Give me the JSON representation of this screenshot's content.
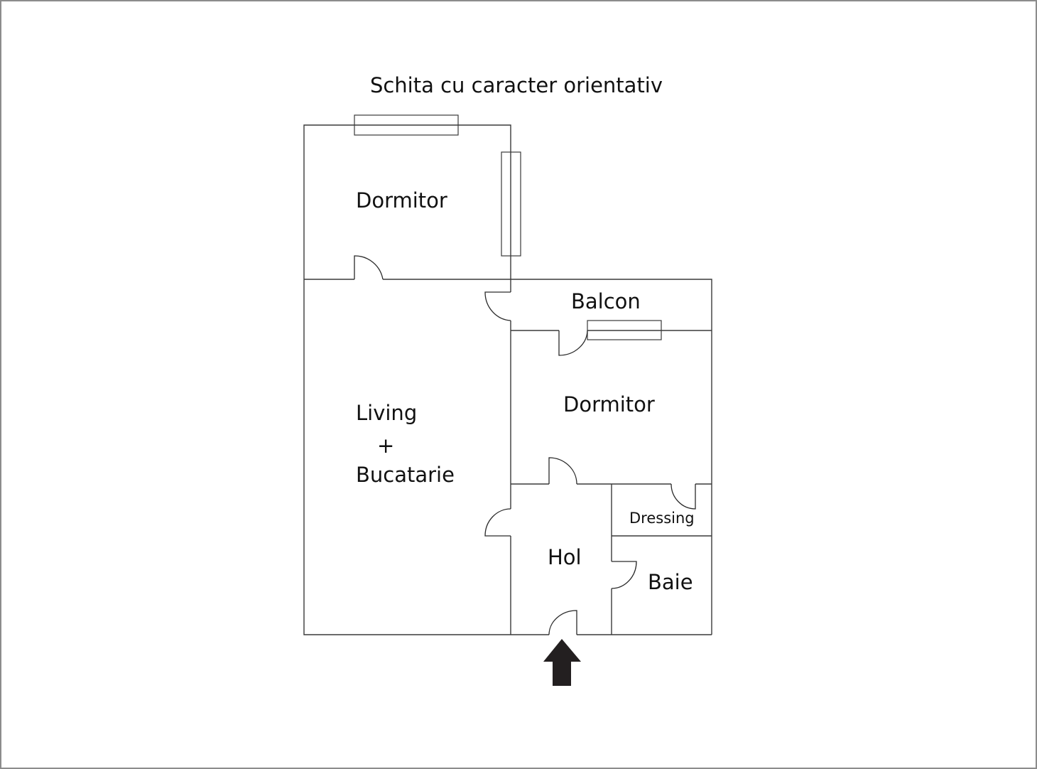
{
  "title": "Schita cu caracter orientativ",
  "rooms": {
    "bedroom_1": "Dormitor",
    "balcony": "Balcon",
    "bedroom_2": "Dormitor",
    "living_line1": "Living",
    "living_plus": "+",
    "living_line2": "Bucatarie",
    "dressing": "Dressing",
    "hall": "Hol",
    "bathroom": "Baie"
  },
  "icons": {
    "entrance": "entrance-arrow-up-icon"
  },
  "colors": {
    "wall": "#3a3a3a",
    "frame": "#8c8c8c",
    "arrow": "#231f20"
  }
}
